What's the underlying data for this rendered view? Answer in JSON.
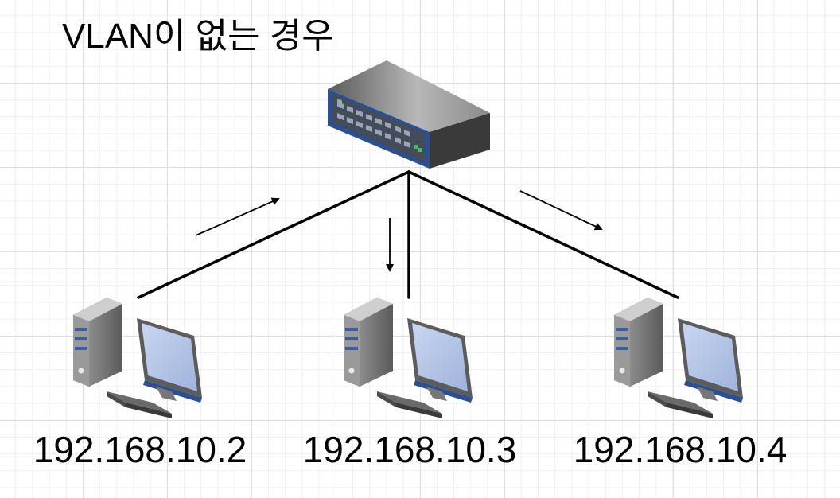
{
  "title": "VLAN이 없는 경우",
  "hosts": [
    {
      "ip": "192.168.10.2"
    },
    {
      "ip": "192.168.10.3"
    },
    {
      "ip": "192.168.10.4"
    }
  ],
  "colors": {
    "grid_major": "#dcdcec",
    "grid_minor": "#eeeef6",
    "switch_trim": "#2b4f8f",
    "monitor_screen": "#b6c6e6",
    "line": "#000000"
  }
}
